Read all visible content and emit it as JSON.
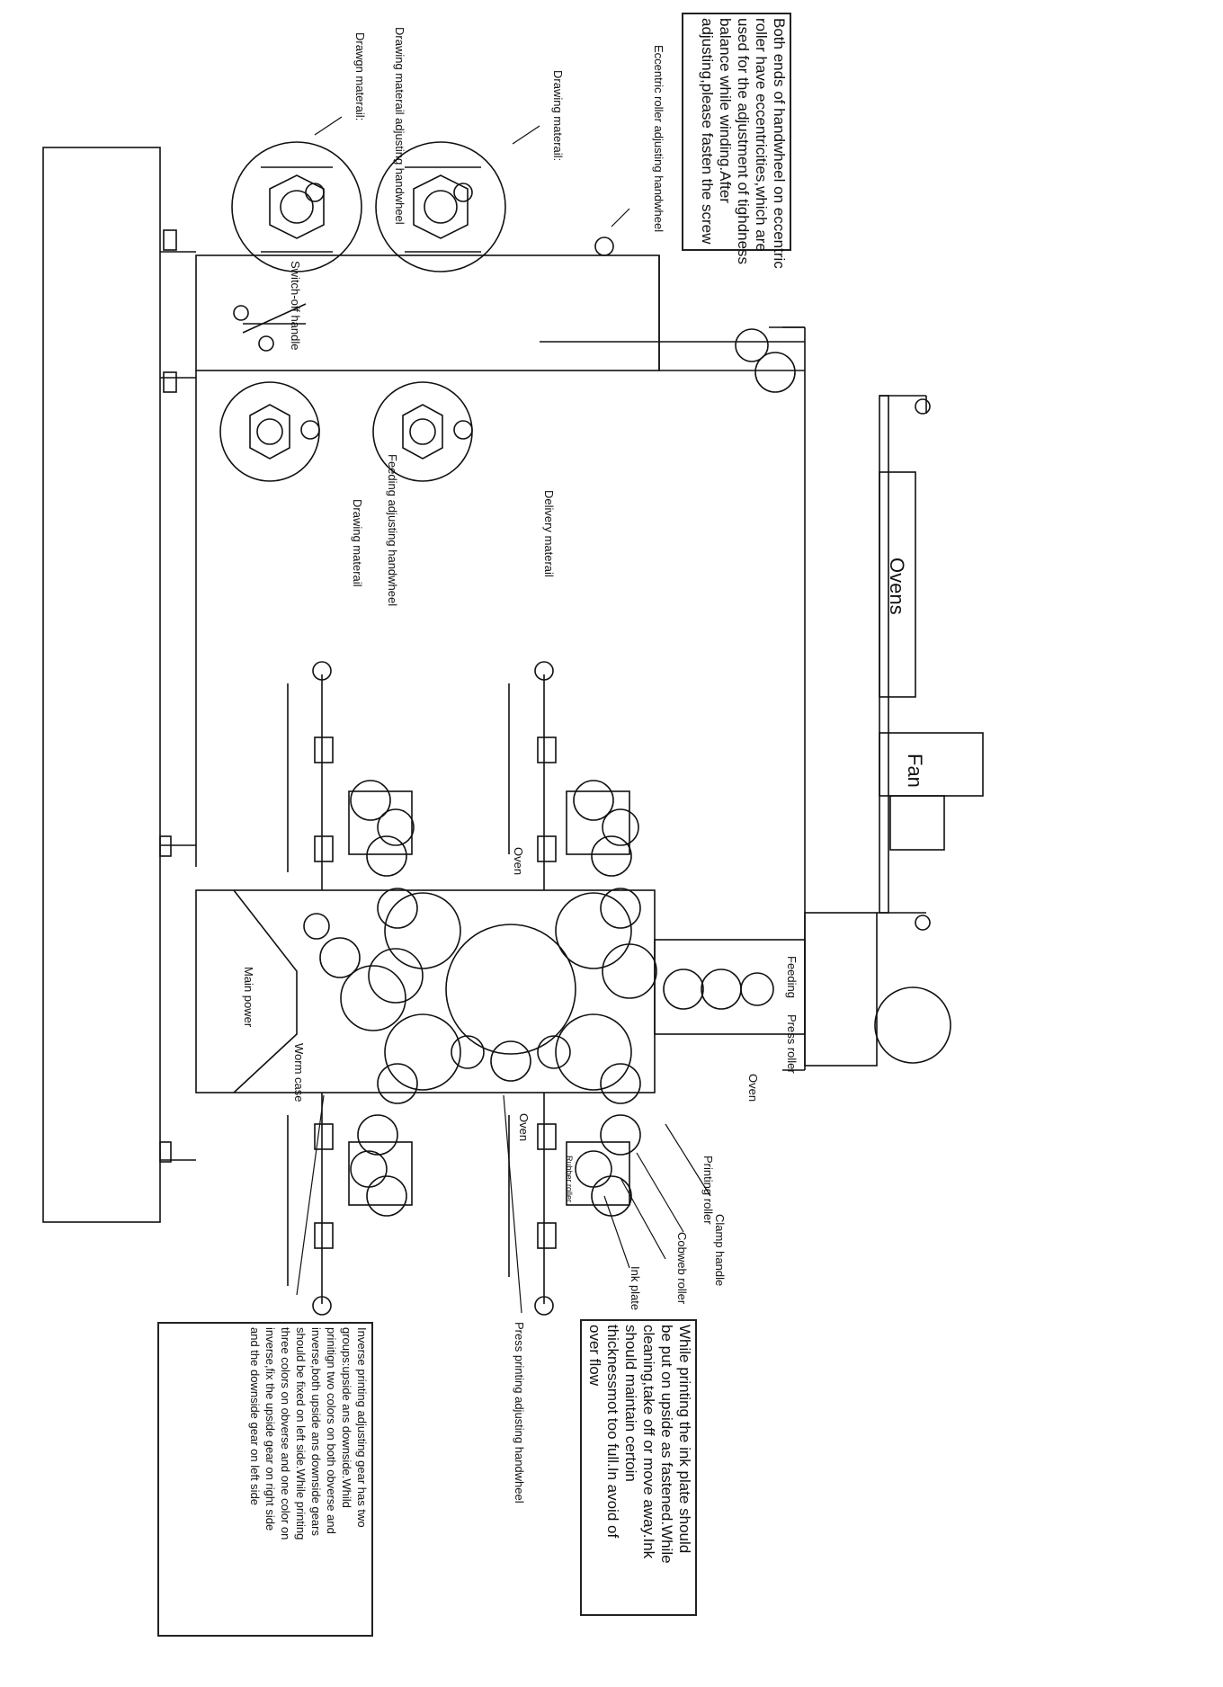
{
  "notes": {
    "eccentric_note": "Both ends of handwheel on eccentric\nroller have eccentricities,which are\nused for the adjustment of tighdness\nbalance while winding.After\nadjusting,please fasten the screw",
    "ink_plate_note": "While printing the ink plate should\nbe put on upside as fastened.While\ncleaning,take off or move away.Ink\nshould maintain certoin\nthicknessmot too full.In avoid of\nover flow",
    "inverse_note": "Inverse printing adjusting gear has two\ngroups:upside ans downside.Whild\nprinitign two colors on both obverse and\ninverse,both upside ans downside gears\nshould be fixed on left side.While printing\nthree colors on obverse and one color on\ninverse,fix the upside gear on right side\nand the downside gear on left side"
  },
  "labels": {
    "eccentric_handwheel": "Eccentric roller adjusting handwheel",
    "drawing_material_top_right": "Drawing materail:",
    "drawing_adjust_handwheel": "Drawing materail adjusting handwheel",
    "drawing_material_top_left": "Drawgn materail:",
    "switch_off_handle": "Switch-off handle",
    "feeding_adjust_handwheel": "Feeding adjusting handwheel",
    "drawing_material_mid": "Drawing materail",
    "delivery_material": "Delivery materail",
    "ovens_main": "Ovens",
    "fan": "Fan",
    "oven_upper": "Oven",
    "feeding": "Feeding",
    "press_roller": "Press roller",
    "oven_right": "Oven",
    "main_power": "Main power",
    "worm_case": "Worm case",
    "oven_lower": "Oven",
    "printing_roller": "Printing roller",
    "clamp_handle": "Clamp handle",
    "cobweb_roller": "Cobweb roller",
    "ink_plate": "Ink plate",
    "press_printing_handwheel": "Press printing adjusting handwheel",
    "rubber_roller": "Rubber roller"
  }
}
